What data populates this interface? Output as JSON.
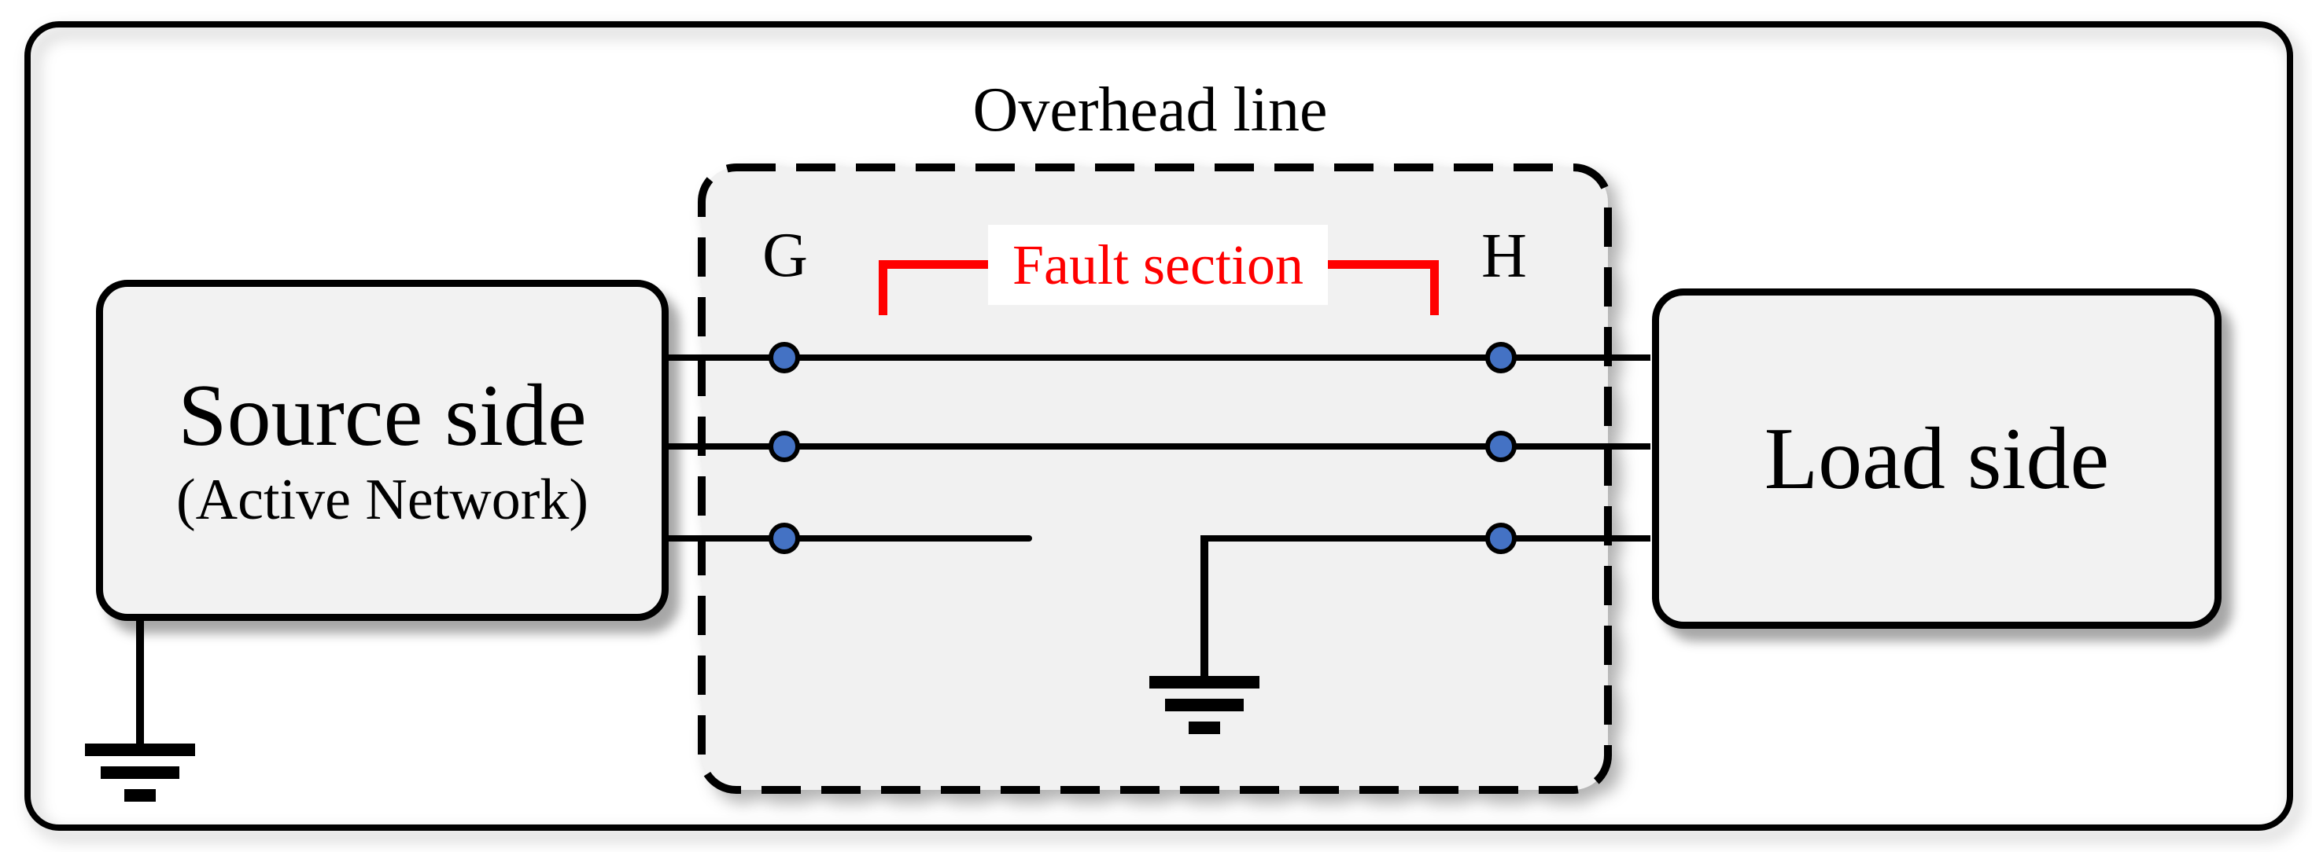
{
  "labels": {
    "overhead_line": "Overhead line",
    "terminal_g": "G",
    "terminal_h": "H",
    "fault_section": "Fault section"
  },
  "boxes": {
    "source": {
      "title": "Source side",
      "subtitle": "(Active Network)"
    },
    "load": {
      "title": "Load side"
    }
  },
  "colors": {
    "accent_red": "#ff0000",
    "node_fill": "#4472c4",
    "line_black": "#000000",
    "box_fill": "#f2f2f2",
    "region_fill": "#f1f1f1",
    "background": "#ffffff"
  }
}
